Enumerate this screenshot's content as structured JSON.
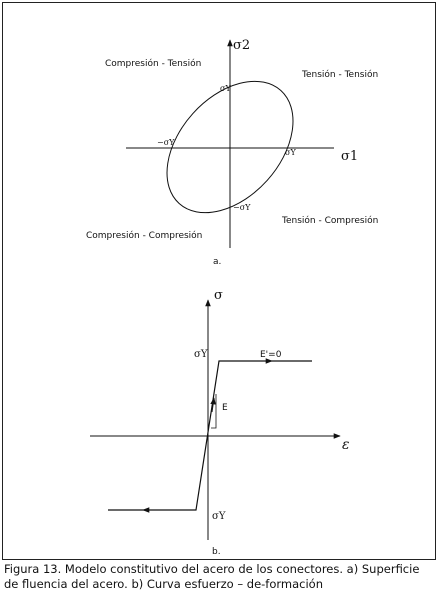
{
  "panel_a": {
    "quadrants": {
      "top_left": "Compresión - Tensión",
      "top_right": "Tensión - Tensión",
      "bottom_left": "Compresión - Compresión",
      "bottom_right": "Tensión - Compresión"
    },
    "axis_labels": {
      "vertical": "σ2",
      "horizontal": "σ1"
    },
    "points": {
      "top": "σY",
      "right": "σY",
      "left": "−σY",
      "bottom": "−σY"
    },
    "panel_label": "a."
  },
  "panel_b": {
    "axis_labels": {
      "vertical": "σ",
      "horizontal": "ε"
    },
    "upper_yield": "σY",
    "lower_yield": "σY",
    "slope_label": "E",
    "plateau_label": "E'=0",
    "panel_label": "b."
  },
  "caption": "Figura 13. Modelo constitutivo del acero de los conectores. a) Superficie de fluencia del acero. b) Curva esfuerzo – de-formación"
}
